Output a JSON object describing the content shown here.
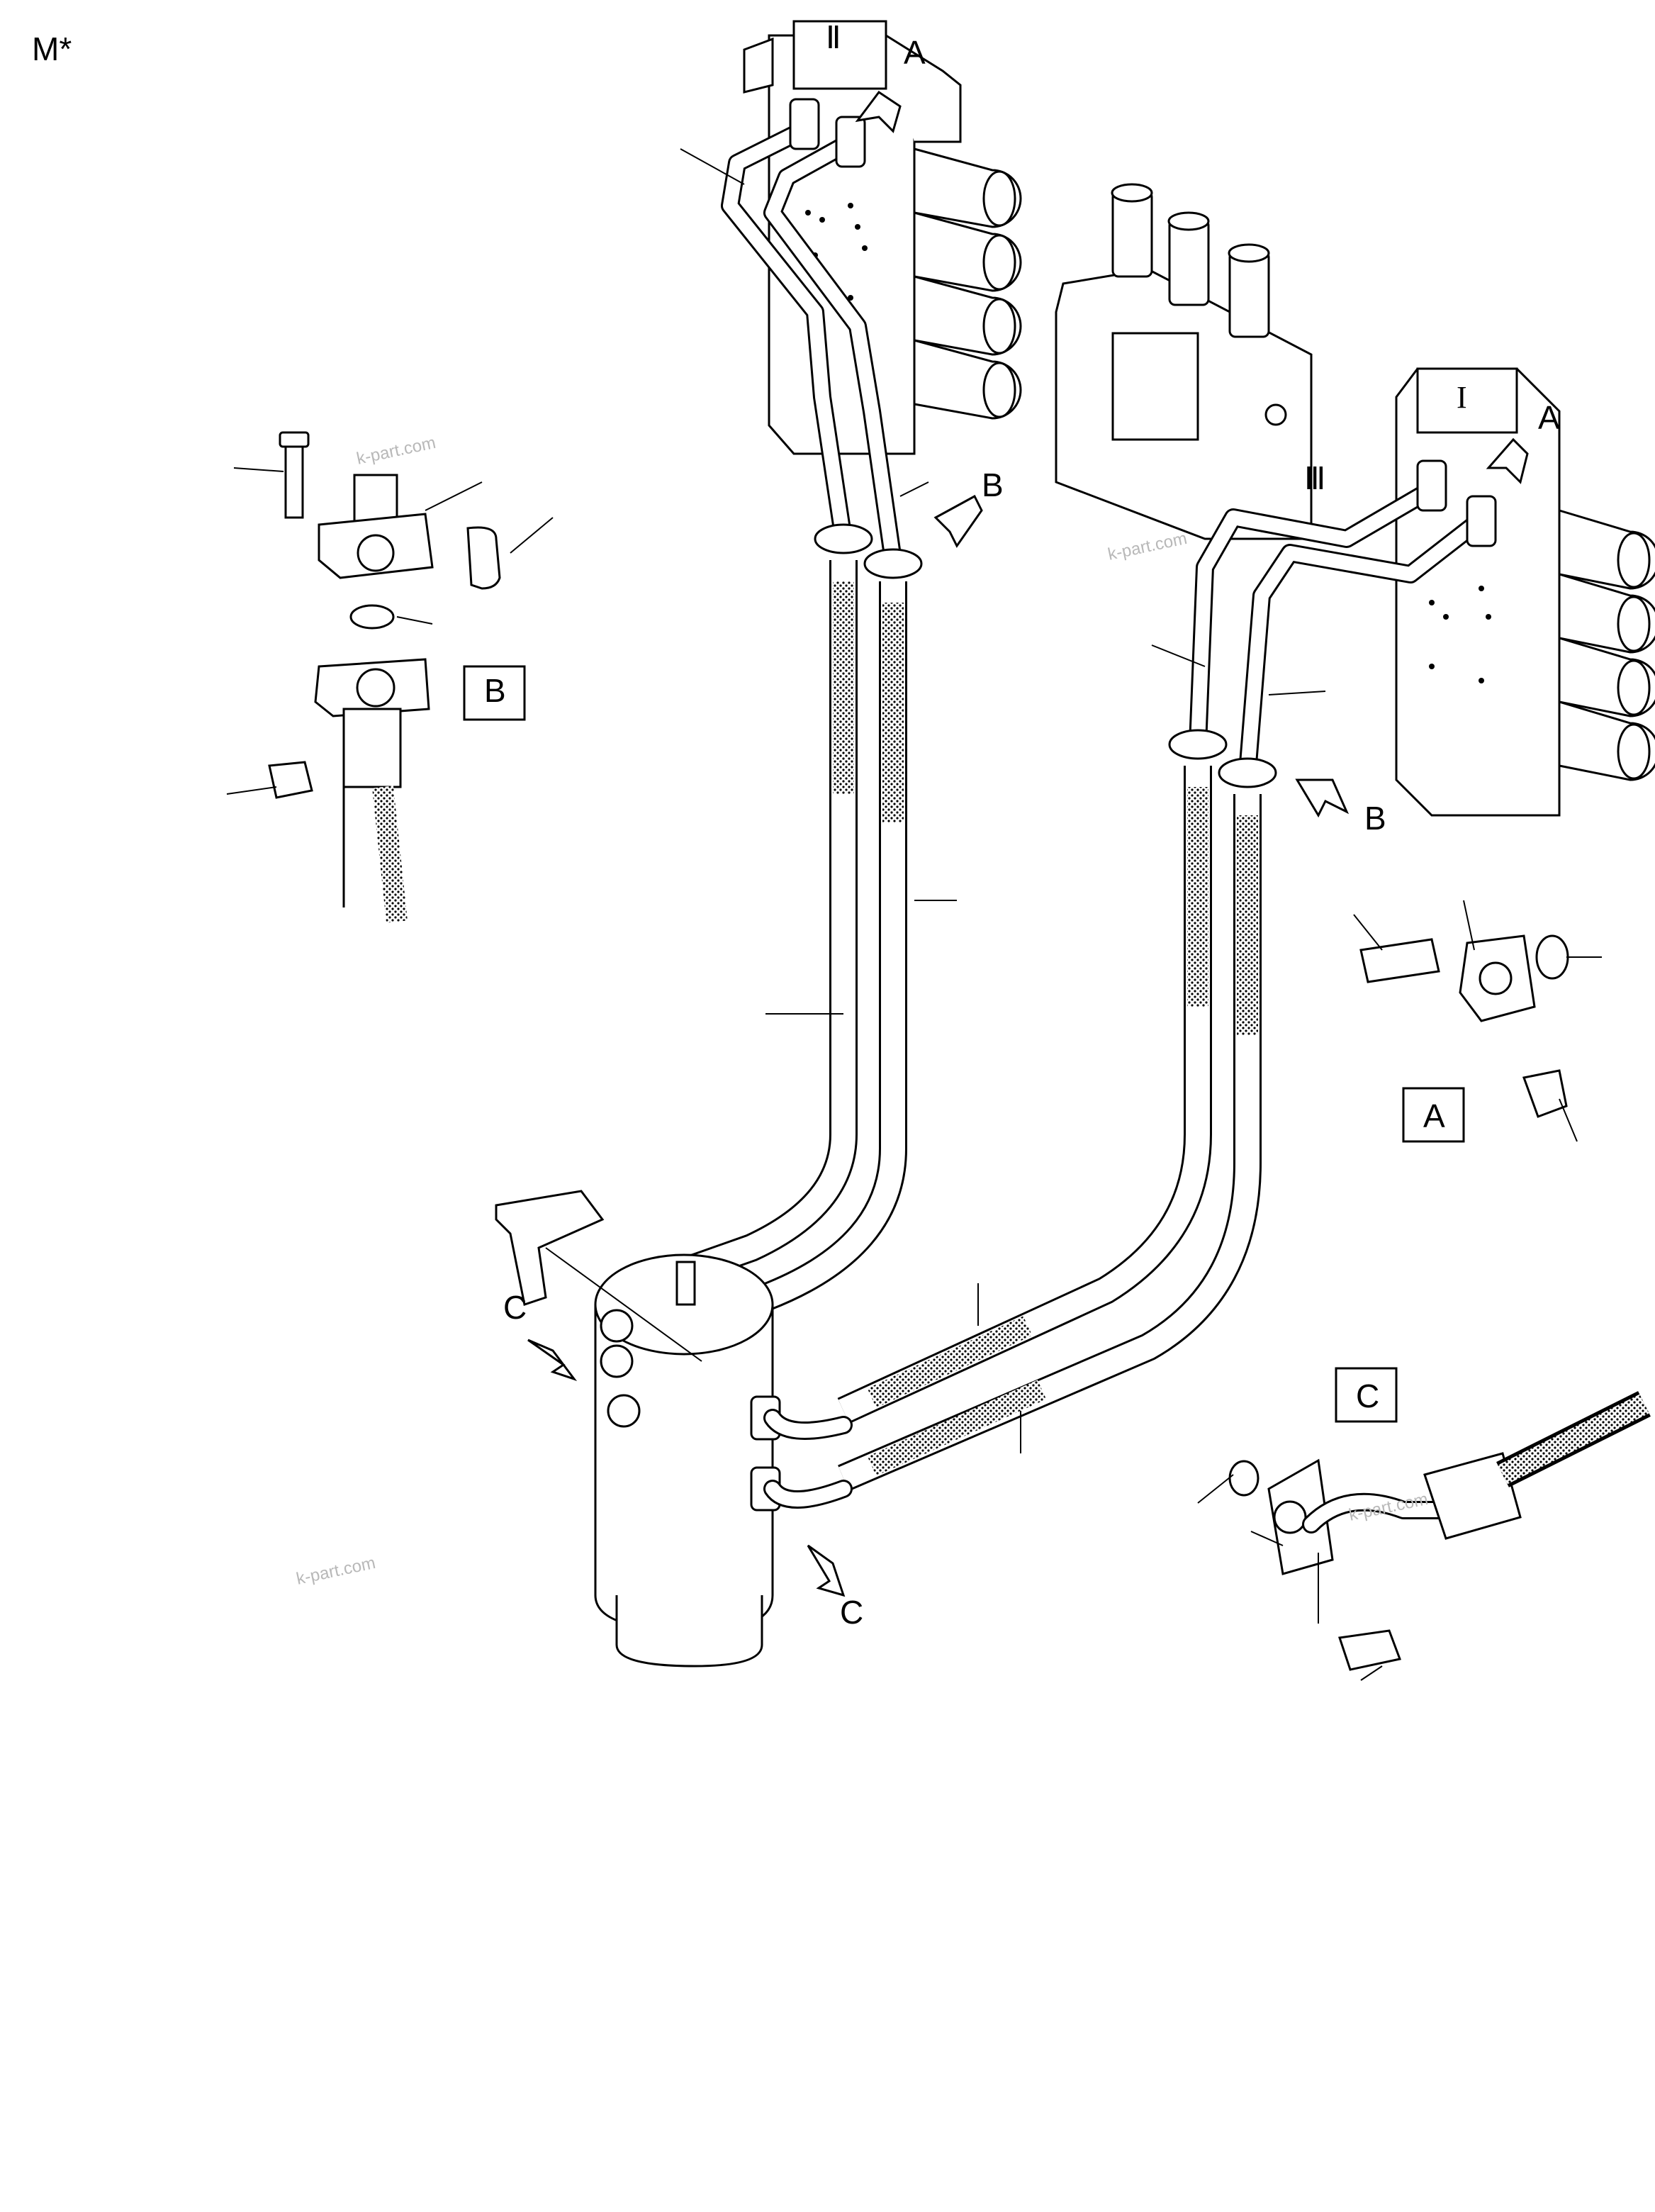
{
  "page_label": "M*",
  "section_labels": {
    "valve_II": "Ⅱ",
    "valve_I": "I",
    "valve_III": "Ⅲ"
  },
  "callouts": {
    "a_top": "A",
    "a_right": "A",
    "b_top": "B",
    "b_right": "B",
    "c_left": "C",
    "c_bottom": "C"
  },
  "detail_boxes": {
    "detail_a": "A",
    "detail_b": "B",
    "detail_c": "C"
  },
  "watermarks": {
    "wm1": "k-part.com",
    "wm2": "k-part.com",
    "wm3": "k-part.com",
    "wm4": "k-part.com"
  }
}
